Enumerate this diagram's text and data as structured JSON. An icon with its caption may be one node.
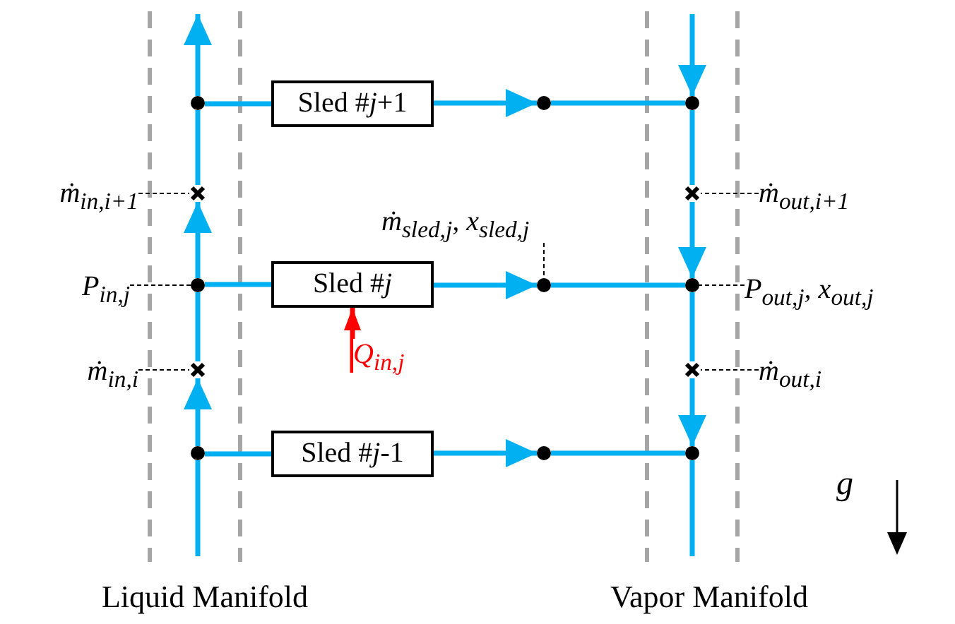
{
  "diagram": {
    "nodes": [
      {
        "text": [
          "Sled #*j*+1"
        ]
      },
      {
        "text": [
          "Sled #*j*"
        ]
      },
      {
        "text": [
          "Sled #*j*-1"
        ]
      },
      {
        "text": [],
        "shape": "circle"
      },
      {
        "text": [],
        "shape": "circle"
      },
      {
        "text": [],
        "shape": "circle"
      },
      {
        "text": [],
        "shape": "circle"
      },
      {
        "text": [],
        "shape": "circle"
      },
      {
        "text": [],
        "shape": "circle"
      },
      {
        "text": [],
        "shape": "circle"
      },
      {
        "text": [],
        "shape": "circle"
      },
      {
        "text": [],
        "shape": "circle"
      },
      {
        "text": [],
        "shape": "cross"
      },
      {
        "text": [],
        "shape": "cross"
      },
      {
        "text": [],
        "shape": "cross"
      },
      {
        "text": [],
        "shape": "cross"
      },
      {
        "text": [
          "ṁ$_{in,i+1}$"
        ]
      },
      {
        "text": [
          "P$_{in,j}$"
        ]
      },
      {
        "text": [
          "ṁ$_{in,i}$"
        ]
      },
      {
        "text": [
          "ṁ$_{sled,j}$, x$_{sled,j}$"
        ]
      },
      {
        "text": [
          "ṁ$_{out,i+1}$"
        ]
      },
      {
        "text": [
          "P$_{out,j}$, x$_{out,j}$"
        ]
      },
      {
        "text": [
          "ṁ$_{out,i}$"
        ]
      }
    ],
    "edges": [
      {
        "from": null,
        "to": 5,
        "arrow": "none"
      },
      {
        "from": 5,
        "to": 13,
        "arrow": "to"
      },
      {
        "from": 13,
        "to": 4,
        "arrow": "none"
      },
      {
        "from": 4,
        "to": 12,
        "arrow": "to"
      },
      {
        "from": 12,
        "to": 3,
        "arrow": "none"
      },
      {
        "from": 3,
        "to": null,
        "arrow": "to"
      },
      {
        "from": 3,
        "to": 0,
        "arrow": "none"
      },
      {
        "from": 0,
        "to": 6,
        "arrow": "to"
      },
      {
        "from": 6,
        "to": 9,
        "arrow": "none"
      },
      {
        "from": 4,
        "to": 1,
        "arrow": "none"
      },
      {
        "from": 1,
        "to": 7,
        "arrow": "to"
      },
      {
        "from": 7,
        "to": 10,
        "arrow": "none"
      },
      {
        "from": 5,
        "to": 2,
        "arrow": "none"
      },
      {
        "from": 2,
        "to": 8,
        "arrow": "to"
      },
      {
        "from": 8,
        "to": 11,
        "arrow": "none"
      },
      {
        "from": null,
        "to": 9,
        "arrow": "to"
      },
      {
        "from": 9,
        "to": 14,
        "arrow": "none"
      },
      {
        "from": 14,
        "to": 10,
        "arrow": "to"
      },
      {
        "from": 10,
        "to": 15,
        "arrow": "none"
      },
      {
        "from": 15,
        "to": 11,
        "arrow": "to"
      },
      {
        "from": 11,
        "to": null,
        "arrow": "none"
      },
      {
        "from": 16,
        "to": 12,
        "arrow": "none",
        "style": "dashed",
        "color": "#000000"
      },
      {
        "from": 17,
        "to": 4,
        "arrow": "none",
        "style": "dashed",
        "color": "#000000"
      },
      {
        "from": 18,
        "to": 13,
        "arrow": "none",
        "style": "dashed",
        "color": "#000000"
      },
      {
        "from": 19,
        "to": 7,
        "arrow": "none",
        "style": "dashed",
        "color": "#000000"
      },
      {
        "from": 20,
        "to": 14,
        "arrow": "none",
        "style": "dashed",
        "color": "#000000"
      },
      {
        "from": 21,
        "to": 10,
        "arrow": "none",
        "style": "dashed",
        "color": "#000000"
      },
      {
        "from": 22,
        "to": 15,
        "arrow": "none",
        "style": "dashed",
        "color": "#000000"
      },
      {
        "from": null,
        "to": 1,
        "arrow": "to",
        "color": "#ff0000",
        "label": "Q$_{in,j}$"
      }
    ],
    "labels": [
      "g",
      "Liquid Manifold",
      "Vapor Manifold"
    ]
  }
}
